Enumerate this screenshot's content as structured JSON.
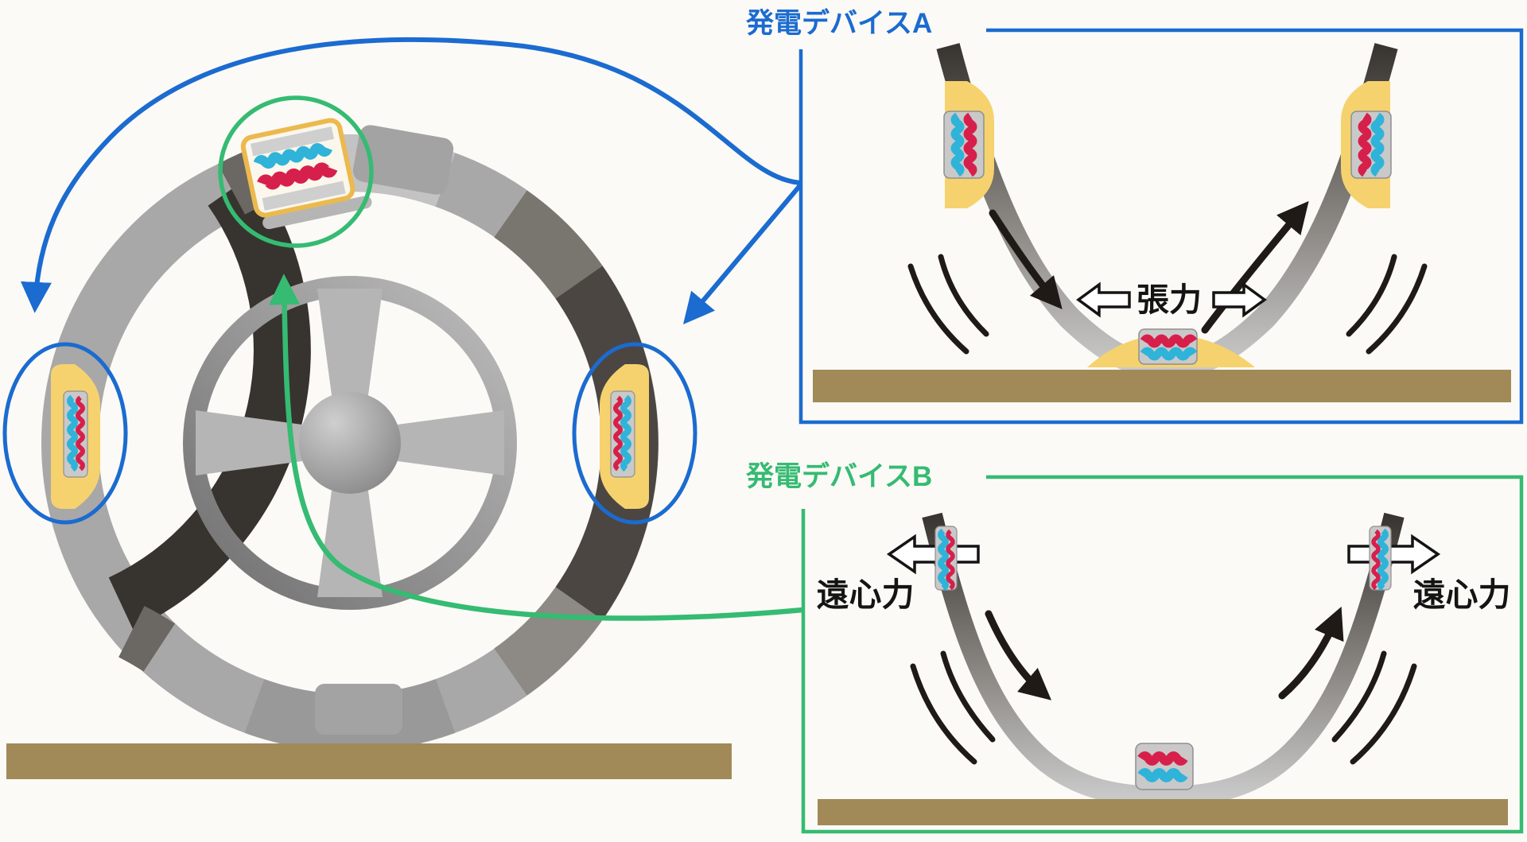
{
  "panel_a": {
    "label": "発電デバイスA",
    "force_tension": "張力"
  },
  "panel_b": {
    "label": "発電デバイスB",
    "force_left": "遠心力",
    "force_right": "遠心力"
  },
  "colors": {
    "blue": "#1b6bd0",
    "green": "#35bb72",
    "yellow_pad": "#f6d26e",
    "yellow_frame": "#ecb94f",
    "red_layer": "#d6204b",
    "cyan_layer": "#2fb3d9",
    "ground": "#a18a58",
    "tire_dark": "#37332f",
    "tire_light": "#c6c6c6",
    "device_gray": "#c9c9c9",
    "arrow_black": "#1f1a16",
    "background": "#fbfaf6"
  }
}
